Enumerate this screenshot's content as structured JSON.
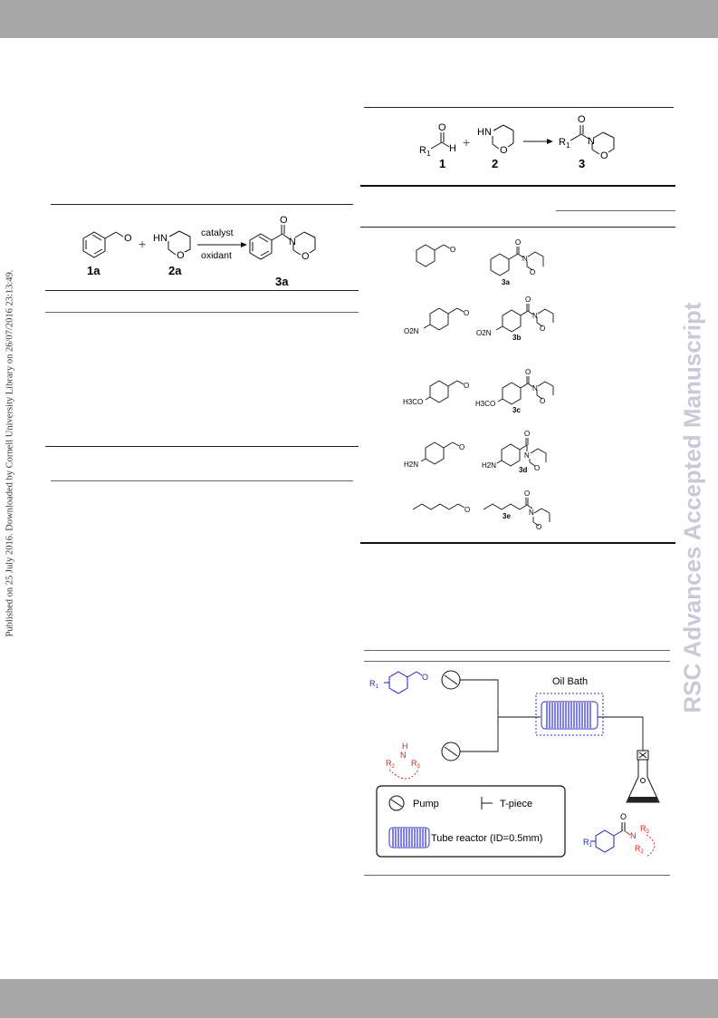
{
  "header_bar": "",
  "footer_bar": "",
  "side_left": "Published on 25 July 2016. Downloaded by Cornell University Library on 26/07/2016 23:13:49.",
  "side_right": "RSC Advances Accepted Manuscript",
  "scheme1": {
    "catalyst_label": "catalyst",
    "oxidant_label": "oxidant",
    "plus": "+",
    "compounds": [
      "1a",
      "2a",
      "3a"
    ],
    "atoms": {
      "O": "O",
      "HN": "HN"
    }
  },
  "scheme2": {
    "compounds": [
      "1",
      "2",
      "3"
    ],
    "atoms": {
      "R1": "R",
      "sub1": "1",
      "H": "H",
      "O": "O",
      "HN": "HN",
      "N": "N"
    },
    "plus": "+",
    "products": [
      {
        "substituent": "",
        "label": "3a"
      },
      {
        "substituent": "O2N",
        "label": "3b"
      },
      {
        "substituent": "H3CO",
        "label": "3c"
      },
      {
        "substituent": "H2N",
        "label": "3d"
      },
      {
        "substituent": "",
        "label": "3e"
      }
    ]
  },
  "flow": {
    "oil_bath": "Oil Bath",
    "legend_pump": "Pump",
    "legend_tpiece": "T-piece",
    "legend_tube": "Tube reactor (ID=0.5mm)",
    "colors": {
      "aldehyde": "#1a1ad8",
      "amine": "#e01b1b",
      "reactor": "#2b2bd6"
    }
  }
}
